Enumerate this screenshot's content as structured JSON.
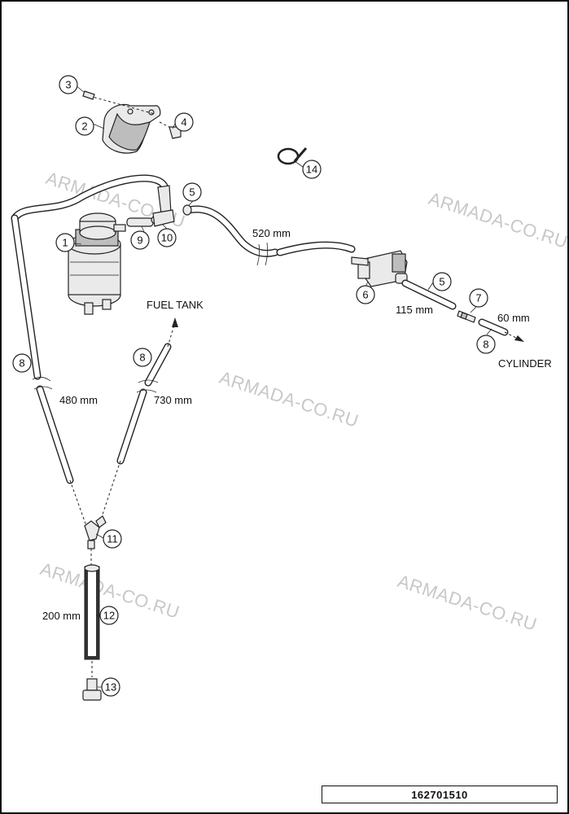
{
  "watermarks": [
    "ARMADA-CO.RU",
    "ARMADA-CO.RU",
    "ARMADA-CO.RU",
    "ARMADA-CO.RU",
    "ARMADA-CO.RU"
  ],
  "callouts": [
    "1",
    "2",
    "3",
    "4",
    "5",
    "5",
    "6",
    "7",
    "8",
    "8",
    "8",
    "9",
    "10",
    "11",
    "12",
    "13",
    "14"
  ],
  "dimensions": {
    "d520": "520 mm",
    "d115": "115 mm",
    "d60": "60 mm",
    "d480": "480 mm",
    "d730": "730 mm",
    "d200": "200 mm"
  },
  "destinations": {
    "fuel_tank": "FUEL TANK",
    "cylinder": "CYLINDER"
  },
  "drawing_number": "162701510"
}
